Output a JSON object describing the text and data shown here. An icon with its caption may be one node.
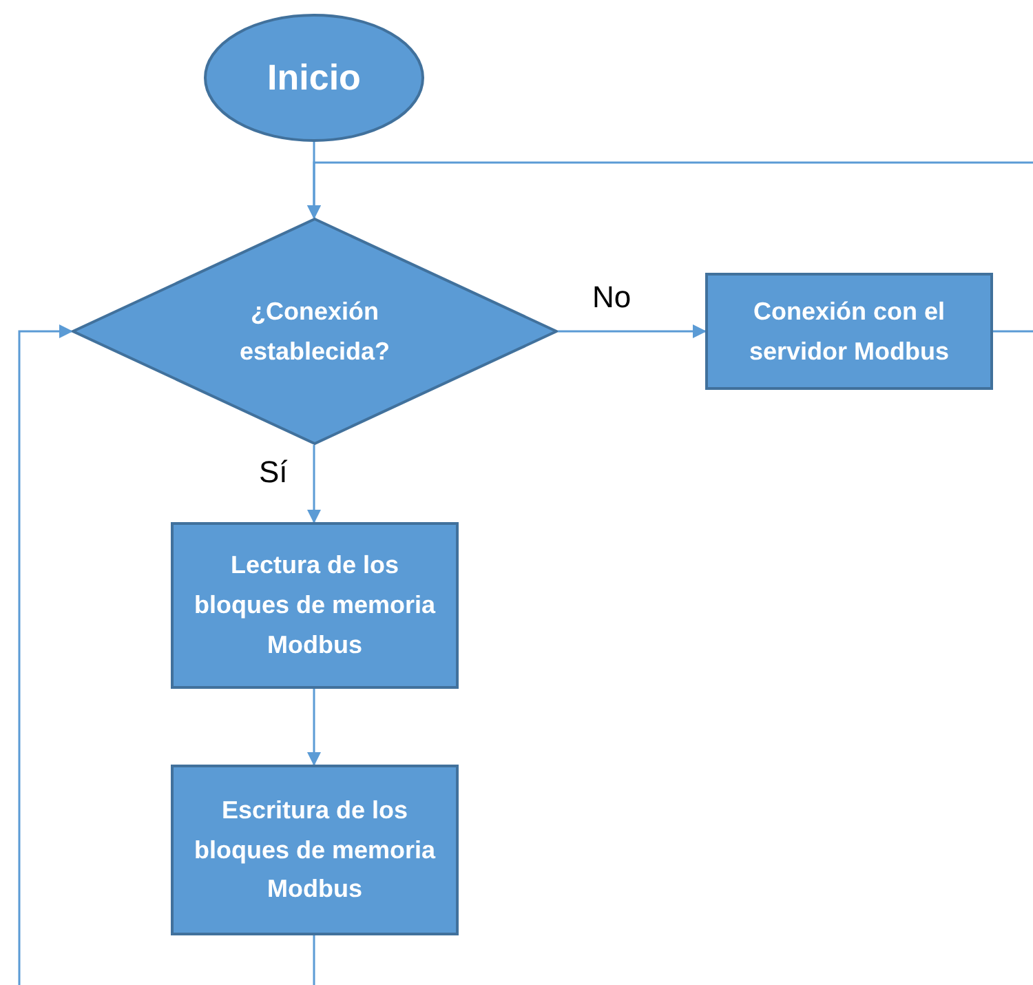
{
  "diagram": {
    "nodes": [
      {
        "text": [
          "Inicio"
        ]
      },
      {
        "text": [
          "¿Conexión establecida?"
        ]
      },
      {
        "text": [
          "Conexión con el servidor Modbus"
        ]
      },
      {
        "text": [
          "Lectura de los bloques de memoria Modbus"
        ]
      },
      {
        "text": [
          "Escritura de los bloques de memoria Modbus"
        ]
      }
    ],
    "edges": [
      {
        "from": 0,
        "to": 1,
        "arrow": "to"
      },
      {
        "from": 1,
        "to": 2,
        "arrow": "to",
        "label": "No"
      },
      {
        "from": 1,
        "to": 3,
        "arrow": "to",
        "label": "Sí"
      },
      {
        "from": 3,
        "to": 4,
        "arrow": "to"
      },
      {
        "from": 2,
        "to": 1,
        "arrow": "to"
      },
      {
        "from": 4,
        "to": 1,
        "arrow": "to"
      }
    ]
  }
}
